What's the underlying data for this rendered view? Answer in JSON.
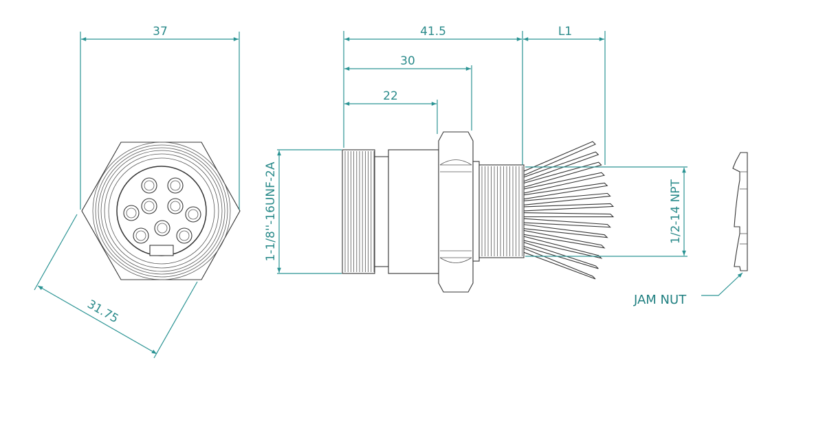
{
  "colors": {
    "dimension": "#2a9393",
    "outline": "#333333"
  },
  "dimensions": {
    "hex_width": "37",
    "across_flats": "31.75",
    "overall_length": "41.5",
    "length_to_nut": "30",
    "length_to_body": "22",
    "wire_length": "L1",
    "front_thread": "1-1/8''-16UNF-2A",
    "rear_thread": "1/2-14 NPT"
  },
  "labels": {
    "jam_nut": "JAM NUT"
  },
  "front_view": {
    "pin_count": 9
  }
}
